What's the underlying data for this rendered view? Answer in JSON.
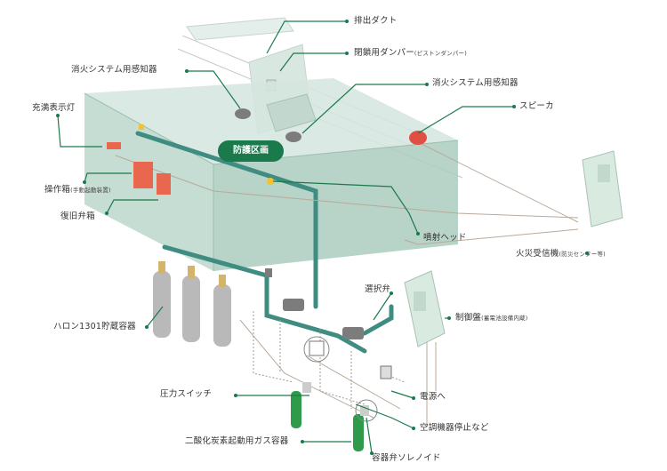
{
  "colors": {
    "leader": "#1a7a4c",
    "room_top": "#cfe3db",
    "room_front": "#bcd6cb",
    "room_side": "#a9c9bb",
    "pipe": "#3f8c80",
    "cylinder_gray": "#b9b9b9",
    "co2_cylinder": "#2e9a4a",
    "panel_red": "#e9674f",
    "badge": "#1a7a4c"
  },
  "zone_badge": "防護区画",
  "labels": {
    "exhaust_duct": "排出ダクト",
    "closing_damper": "閉鎖用ダンパー",
    "closing_damper_note": "(ピストンダンパー)",
    "detector_1": "消火システム用感知器",
    "detector_2": "消火システム用感知器",
    "speaker": "スピーカ",
    "filled_indicator": "充満表示灯",
    "operation_box": "操作箱",
    "operation_box_note": "(手動起動装置)",
    "reset_valve_box": "復旧弁箱",
    "discharge_head": "噴射ヘッド",
    "fire_receiver": "火災受信機",
    "fire_receiver_note": "(防災センター等)",
    "selector_valve": "選択弁",
    "halon_container": "ハロン1301貯蔵容器",
    "control_panel": "制御盤",
    "control_panel_note": "(蓄電池設備内蔵)",
    "pressure_switch": "圧力スイッチ",
    "to_power": "電源へ",
    "ac_stop": "空調機器停止など",
    "co2_starter": "二酸化炭素起動用ガス容器",
    "solenoid": "容器弁ソレノイド"
  }
}
